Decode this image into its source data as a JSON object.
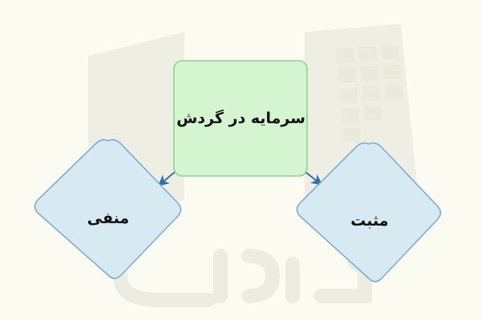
{
  "diagram": {
    "nodes": {
      "root": {
        "label": "سرمایه در گردش",
        "shape": "rounded-rectangle",
        "fill": "#d5f5d0",
        "stroke": "#8ed48a"
      },
      "negative": {
        "label": "منفی",
        "shape": "diamond",
        "fill": "#d8eaf1",
        "stroke": "#7aaed6"
      },
      "positive": {
        "label": "مثبت",
        "shape": "diamond",
        "fill": "#d8eaf1",
        "stroke": "#7aaed6"
      }
    },
    "edges": [
      {
        "from": "root",
        "to": "negative",
        "color": "#2e6fb5"
      },
      {
        "from": "root",
        "to": "positive",
        "color": "#2e6fb5"
      }
    ]
  },
  "background": "#fbfbf2",
  "watermark": {
    "text": "فرادرس",
    "color": "#ecece1"
  }
}
